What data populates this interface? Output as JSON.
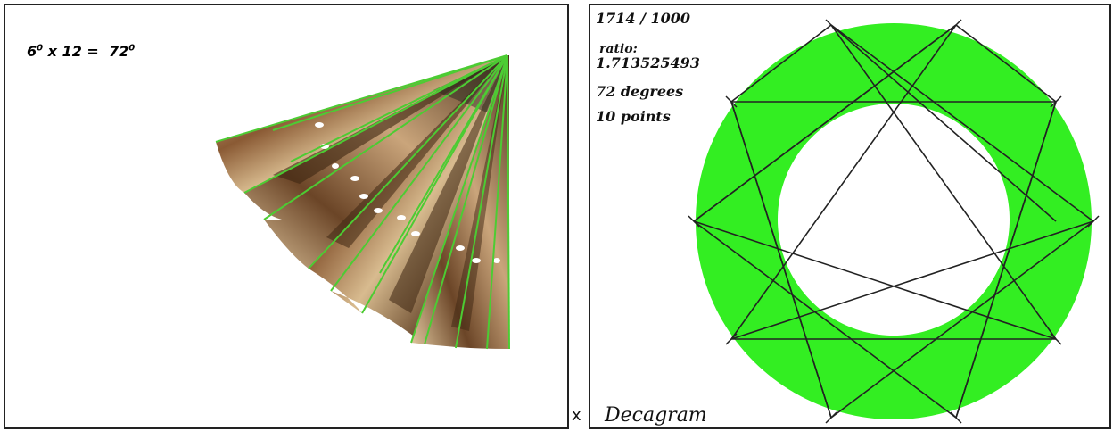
{
  "left": {
    "equation": {
      "a": "6",
      "a_sup": "0",
      "mid": " x 12 =  ",
      "b": "72",
      "b_sup": "0"
    }
  },
  "separator": "x",
  "right": {
    "fraction": "1714 / 1000",
    "ratio_label": "ratio:",
    "ratio_value": "1.713525493",
    "degrees": "72 degrees",
    "points": "10 points",
    "title": "Decagram"
  },
  "colors": {
    "ring_fill": "#33ee22",
    "fan_lines": "#4ccc33",
    "photo_dark": "#5a3a20",
    "photo_light": "#e6cfa9"
  }
}
